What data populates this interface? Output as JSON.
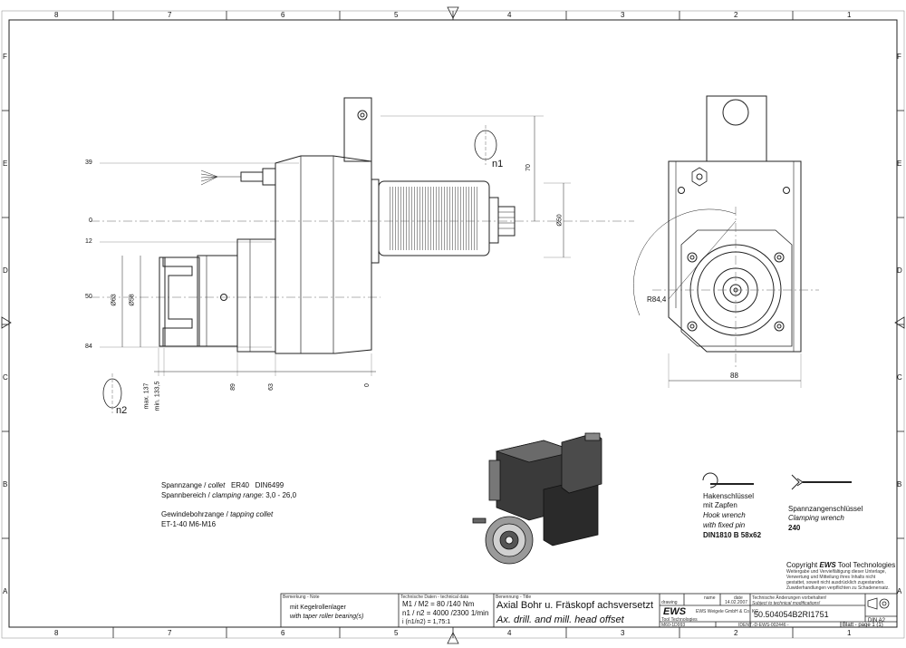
{
  "grid": {
    "cols": [
      "8",
      "7",
      "6",
      "5",
      "4",
      "3",
      "2",
      "1"
    ],
    "rows": [
      "F",
      "E",
      "D",
      "C",
      "B",
      "A"
    ]
  },
  "dims": {
    "d39": "39",
    "d0": "0",
    "d12": "12",
    "d50": "50",
    "d84": "84",
    "d70": "70",
    "dia50": "Ø50",
    "dia63": "Ø63",
    "dia58": "Ø58",
    "dmax": "max. 137",
    "dmin": "min. 133,5",
    "d89": "89",
    "d63": "63",
    "d0b": "0",
    "r84": "R84,4",
    "d88": "88"
  },
  "rot": {
    "n1": "n1",
    "n2": "n2"
  },
  "specs": {
    "l1_a": "Spannzange /",
    "l1_b": "collet",
    "l1_c": "ER40",
    "l1_d": "DIN6499",
    "l2_a": "Spannbereich /",
    "l2_b": "clamping range",
    "l2_c": ": 3,0 - 26,0",
    "l3_a": "Gewindebohrzange /",
    "l3_b": "tapping collet",
    "l4": "ET-1-40   M6-M16"
  },
  "wrench1": {
    "l1": "Hakenschlüssel",
    "l2": "mit Zapfen",
    "l3": "Hook wrench",
    "l4": "with fixed pin",
    "l5": "DIN1810 B 58x62"
  },
  "wrench2": {
    "l1": "Spannzangenschlüssel",
    "l2": "Clamping wrench",
    "l3": "240"
  },
  "copyright": {
    "title_a": "Copyright",
    "title_b": "EWS",
    "title_c": "Tool Technologies",
    "l1": "Weitergabe und Vervielfältigung dieser Unterlage,",
    "l2": "Verwertung und Mitteilung ihres Inhalts nicht",
    "l3": "gestattet, soweit nicht ausdrücklich zugestanden.",
    "l4": "Zuwiderhandlungen verpflichten zu Schadenersatz."
  },
  "titleblock": {
    "note_hdr": "Bemerkung - Note",
    "note1": "mit Kegelrollenlager",
    "note2": "with taper roller bearing(s)",
    "tech_hdr": "Technische Daten - technical data",
    "tech1": "M1 / M2 = 80  /140 Nm",
    "tech2": "n1 / n2 = 4000 /2300   1/min",
    "tech3": "i   (n1/n2)  = 1,75:1",
    "name_hdr": "Benennung - Title",
    "title_de": "Axial Bohr u. Fräskopf achsversetzt",
    "title_en": "Ax. drill. and mill. head offset",
    "col_name": "name",
    "col_date": "date",
    "drawing": "drawing",
    "drawn_date": "14.02.2007",
    "logo": "EWS",
    "logo_sub": "Tool Technologies",
    "logo_addr": "EWS Weigele GmbH & Co. KG",
    "mod1": "Technische Änderungen vorbehalten!",
    "mod2": "Subject to technical modifications!",
    "part_no": "50.504054B2RI1751",
    "size": "DIN A2",
    "ident_a": "M60-1D993",
    "ident_b": "IDENT.-D-EWS-002446 -",
    "sheet": "Blatt - page  1 (1)"
  }
}
